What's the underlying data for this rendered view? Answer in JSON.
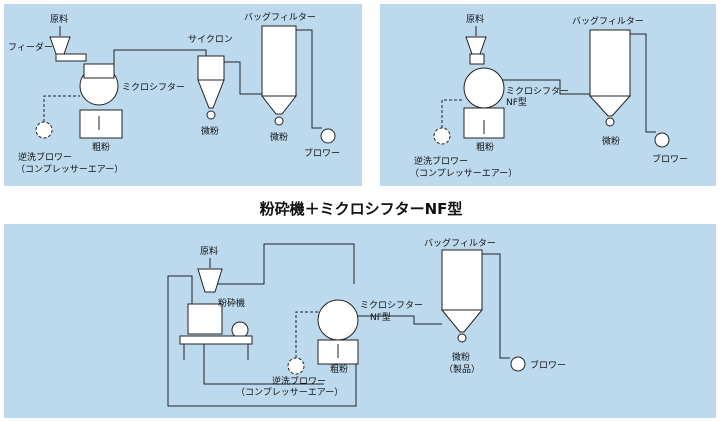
{
  "section_title": "粉砕機＋ミクロシフターNF型",
  "panel1": {
    "raw_material": "原料",
    "feeder": "フィーダー",
    "cyclone": "サイクロン",
    "bag_filter": "バッグフィルター",
    "micro_sifter": "ミクロシフター",
    "coarse_powder": "粗粉",
    "fine_powder_cyclone": "微粉",
    "fine_powder_filter": "微粉",
    "blower": "ブロワー",
    "backwash_blower": "逆洗ブロワー",
    "compressor_air": "（コンプレッサーエアー）"
  },
  "panel2": {
    "raw_material": "原料",
    "bag_filter": "バッグフィルター",
    "micro_sifter_line1": "ミクロシフター",
    "micro_sifter_line2": "NF型",
    "coarse_powder": "粗粉",
    "fine_powder": "微粉",
    "blower": "ブロワー",
    "backwash_blower": "逆洗ブロワー",
    "compressor_air": "（コンプレッサーエアー）"
  },
  "panel3": {
    "raw_material": "原料",
    "pulverizer": "粉砕機",
    "bag_filter": "バッグフィルター",
    "micro_sifter_line1": "ミクロシフター",
    "micro_sifter_line2": "NF型",
    "coarse_powder": "粗粉",
    "fine_powder": "微粉",
    "product": "（製品）",
    "blower": "ブロワー",
    "backwash_blower": "逆洗ブロワー",
    "compressor_air": "（コンプレッサーエアー）"
  },
  "colors": {
    "panel": "#bcd9ee",
    "equipment": "#ffffff",
    "line": "#222222"
  }
}
